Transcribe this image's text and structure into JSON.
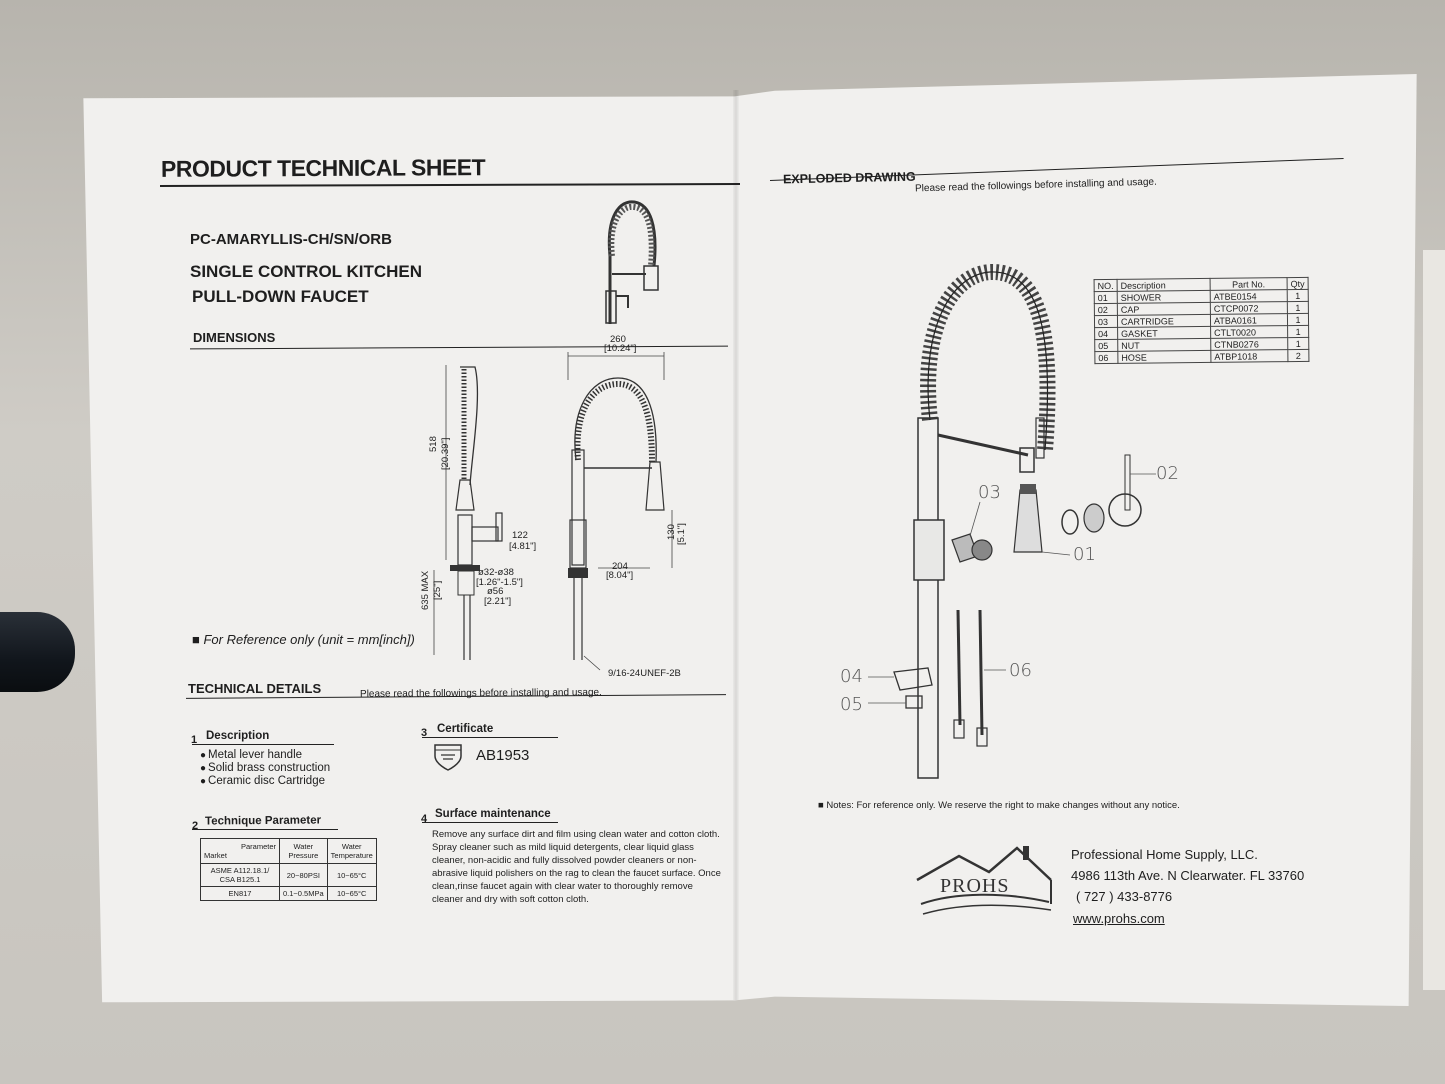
{
  "left_page": {
    "title": "PRODUCT TECHNICAL SHEET",
    "model": "PC-AMARYLLIS-CH/SN/ORB",
    "product_line1": "SINGLE CONTROL KITCHEN",
    "product_line2": "PULL-DOWN FAUCET",
    "dimensions_heading": "DIMENSIONS",
    "dimension_labels": {
      "d260": "260",
      "d260_in": "[10.24\"]",
      "d518": "518",
      "d518_in": "[20.39\"]",
      "d122": "122",
      "d122_in": "[4.81\"]",
      "d130": "130",
      "d130_in": "[5.1\"]",
      "d204": "204",
      "d204_in": "[8.04\"]",
      "d635": "635 MAX",
      "d635_in": "[25\"]",
      "d32": "ø32-ø38",
      "d32_in": "[1.26\"-1.5\"]",
      "d56": "ø56",
      "d56_in": "[2.21\"]",
      "thread": "9/16-24UNEF-2B"
    },
    "reference_note": "For Reference only (unit = mm[inch])",
    "technical_details_heading": "TECHNICAL DETAILS",
    "technical_details_sub": "Please read the followings before installing and usage.",
    "description": {
      "num": "1",
      "heading": "Description",
      "items": [
        "Metal lever handle",
        "Solid brass construction",
        "Ceramic disc Cartridge"
      ]
    },
    "technique": {
      "num": "2",
      "heading": "Technique Parameter",
      "header_parameter": "Parameter",
      "header_market": "Market",
      "header_pressure": "Water Pressure",
      "header_temperature": "Water Temperature",
      "rows": [
        {
          "market": "ASME A112.18.1/ CSA B125.1",
          "pressure": "20~80PSI",
          "temperature": "10~65°C"
        },
        {
          "market": "EN817",
          "pressure": "0.1~0.5MPa",
          "temperature": "10~65°C"
        }
      ]
    },
    "certificate": {
      "num": "3",
      "heading": "Certificate",
      "code": "AB1953"
    },
    "surface": {
      "num": "4",
      "heading": "Surface maintenance",
      "text": "Remove any surface dirt and film using clean water and cotton cloth. Spray cleaner such as mild liquid detergents, clear liquid glass cleaner, non-acidic and fully dissolved powder cleaners or non-abrasive liquid polishers on the rag to clean the faucet surface. Once clean,rinse faucet again with clear water to thoroughly remove cleaner and dry with soft cotton cloth."
    }
  },
  "right_page": {
    "heading": "EXPLODED DRAWING",
    "subheading": "Please read the followings before installing and usage.",
    "parts_table": {
      "headers": [
        "NO.",
        "Description",
        "Part No.",
        "Qty"
      ],
      "rows": [
        [
          "01",
          "SHOWER",
          "ATBE0154",
          "1"
        ],
        [
          "02",
          "CAP",
          "CTCP0072",
          "1"
        ],
        [
          "03",
          "CARTRIDGE",
          "ATBA0161",
          "1"
        ],
        [
          "04",
          "GASKET",
          "CTLT0020",
          "1"
        ],
        [
          "05",
          "NUT",
          "CTNB0276",
          "1"
        ],
        [
          "06",
          "HOSE",
          "ATBP1018",
          "2"
        ]
      ]
    },
    "callouts": [
      "01",
      "02",
      "03",
      "04",
      "05",
      "06"
    ],
    "notes": "Notes: For reference only. We reserve the right to make changes without any notice.",
    "logo_text": "PROHS",
    "company": {
      "name": "Professional Home Supply, LLC.",
      "address": "4986 113th Ave. N Clearwater. FL 33760",
      "phone": "( 727 ) 433-8776",
      "website": "www.prohs.com"
    }
  }
}
